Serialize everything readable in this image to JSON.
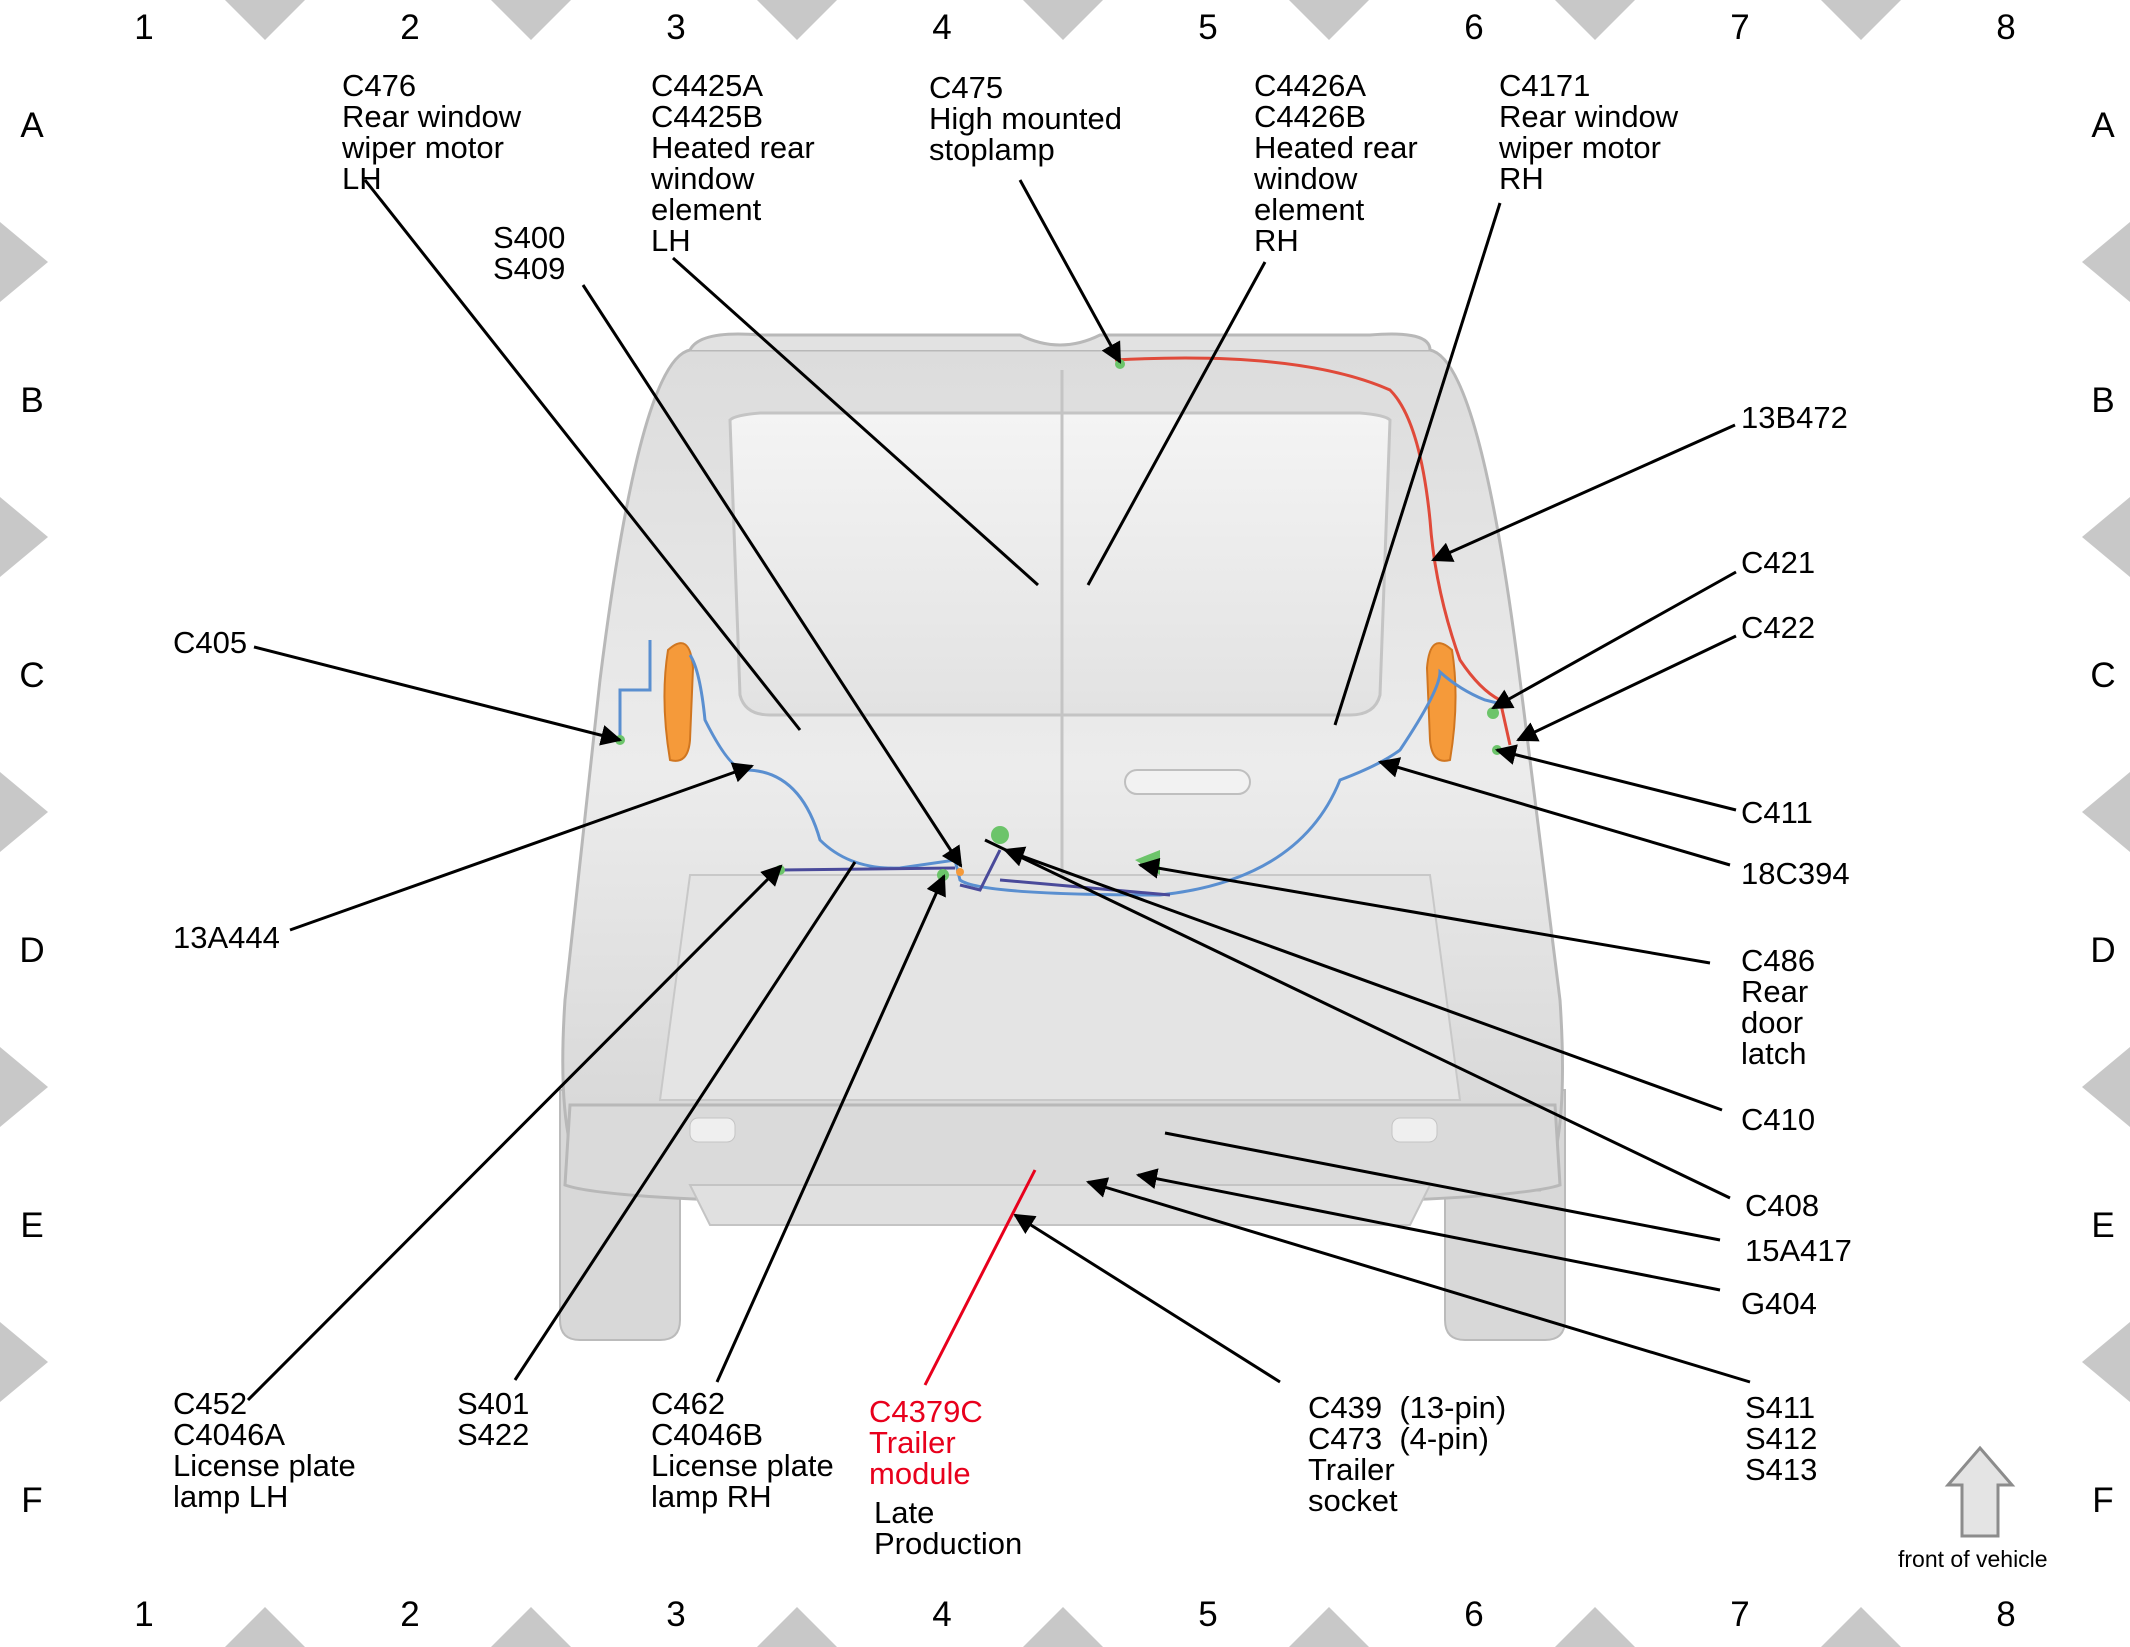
{
  "grid": {
    "columns": [
      "1",
      "2",
      "3",
      "4",
      "5",
      "6",
      "7",
      "8"
    ],
    "rows": [
      "A",
      "B",
      "C",
      "D",
      "E",
      "F"
    ]
  },
  "labels": {
    "c476": "C476\nRear window\nwiper motor\nLH",
    "s400": "S400\nS409",
    "c4425": "C4425A\nC4425B\nHeated rear\nwindow\nelement\nLH",
    "c475": "C475\nHigh mounted\nstoplamp",
    "c4426": "C4426A\nC4426B\nHeated rear\nwindow\nelement\nRH",
    "c4171": "C4171\nRear window\nwiper motor\nRH",
    "b13b472": "13B472",
    "c421": "C421",
    "c422": "C422",
    "c405": "C405",
    "c411": "C411",
    "h18c394": "18C394",
    "a13a444": "13A444",
    "c486": "C486\nRear\ndoor\nlatch",
    "c410": "C410",
    "c408": "C408",
    "a15a417": "15A417",
    "g404": "G404",
    "c452": "C452\nC4046A\nLicense plate\nlamp LH",
    "s401": "S401\nS422",
    "c462": "C462\nC4046B\nLicense plate\nlamp RH",
    "c4379c": "C4379C\nTrailer\nmodule",
    "late": "Late\nProduction",
    "c439": "C439  (13-pin)\nC473  (4-pin)\nTrailer\nsocket",
    "s411": "S411\nS412\nS413",
    "front": "front of vehicle"
  },
  "colors": {
    "highlight": "#e8001c",
    "harness_blue": "#5a8fd0",
    "harness_red": "#e04a3a",
    "connector_green": "#6cc46a",
    "lamp_orange": "#f59a3a",
    "border_triangle": "#c8c8c8",
    "vehicle_body": "#e6e6e6"
  },
  "icons": [
    "front-of-vehicle-arrow-icon"
  ]
}
